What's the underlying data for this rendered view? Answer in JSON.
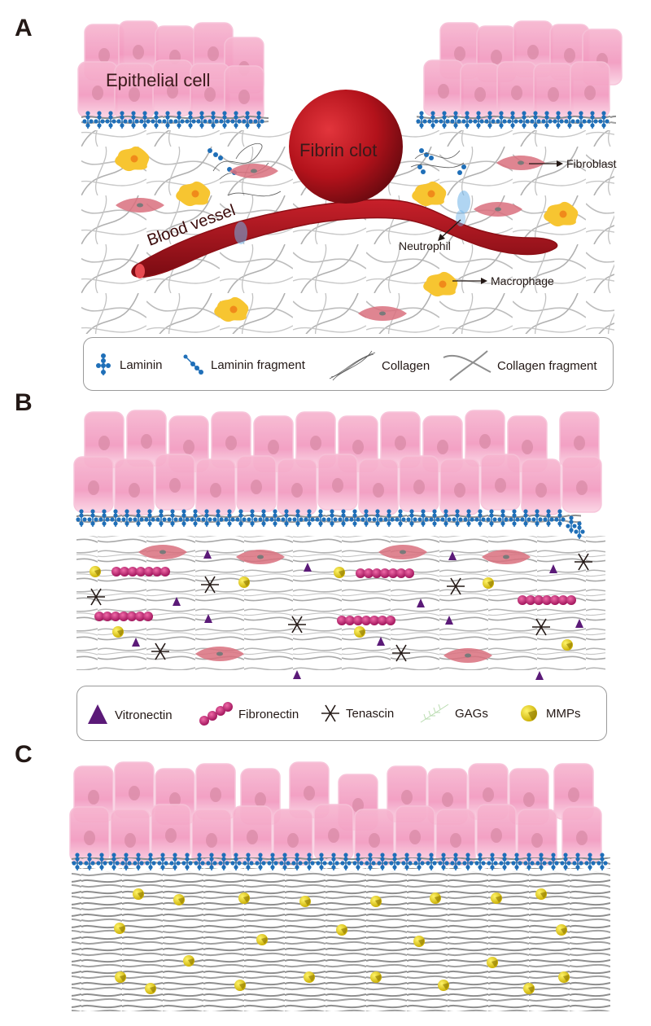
{
  "panels": {
    "a": "A",
    "b": "B",
    "c": "C"
  },
  "panel_a": {
    "epithelial_label": "Epithelial cell",
    "clot_label": "Fibrin clot",
    "vessel_label": "Blood vessel",
    "fibroblast_label": "Fibroblast",
    "neutrophil_label": "Neutrophil",
    "macrophage_label": "Macrophage"
  },
  "legend_a": {
    "laminin": "Laminin",
    "laminin_fragment": "Laminin fragment",
    "collagen": "Collagen",
    "collagen_fragment": "Collagen fragment"
  },
  "legend_b": {
    "vitronectin": "Vitronectin",
    "fibronectin": "Fibronectin",
    "tenascin": "Tenascin",
    "gags": "GAGs",
    "mmps": "MMPs"
  },
  "colors": {
    "epithelium": "#f29ac0",
    "laminin": "#1f6fb8",
    "collagen": "#9a9a9a",
    "clot": "#b3121b",
    "fibroblast": "#d9707e",
    "macrophage": "#f7c531",
    "mmp": "#e8d200",
    "fibronectin": "#c2186b",
    "vitronectin": "#5b1a78",
    "tenascin": "#231815"
  }
}
